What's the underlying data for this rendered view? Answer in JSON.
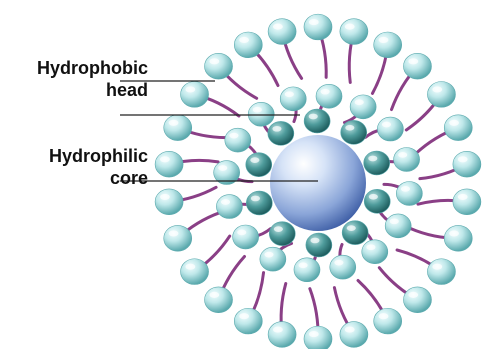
{
  "diagram": {
    "labels": {
      "hydrophobic_line1": "Hydrophobic",
      "hydrophobic_line2": "head",
      "hydrophilic_line1": "Hydrophilic",
      "hydrophilic_line2": "core"
    },
    "colors": {
      "head_fill": "#bfe8ea",
      "head_dark": "#5aa9ad",
      "tail_color": "#8a3f86",
      "core_fill": "#c9d8f0",
      "core_dark": "#4a6fb8",
      "leader_line": "#222222"
    }
  }
}
